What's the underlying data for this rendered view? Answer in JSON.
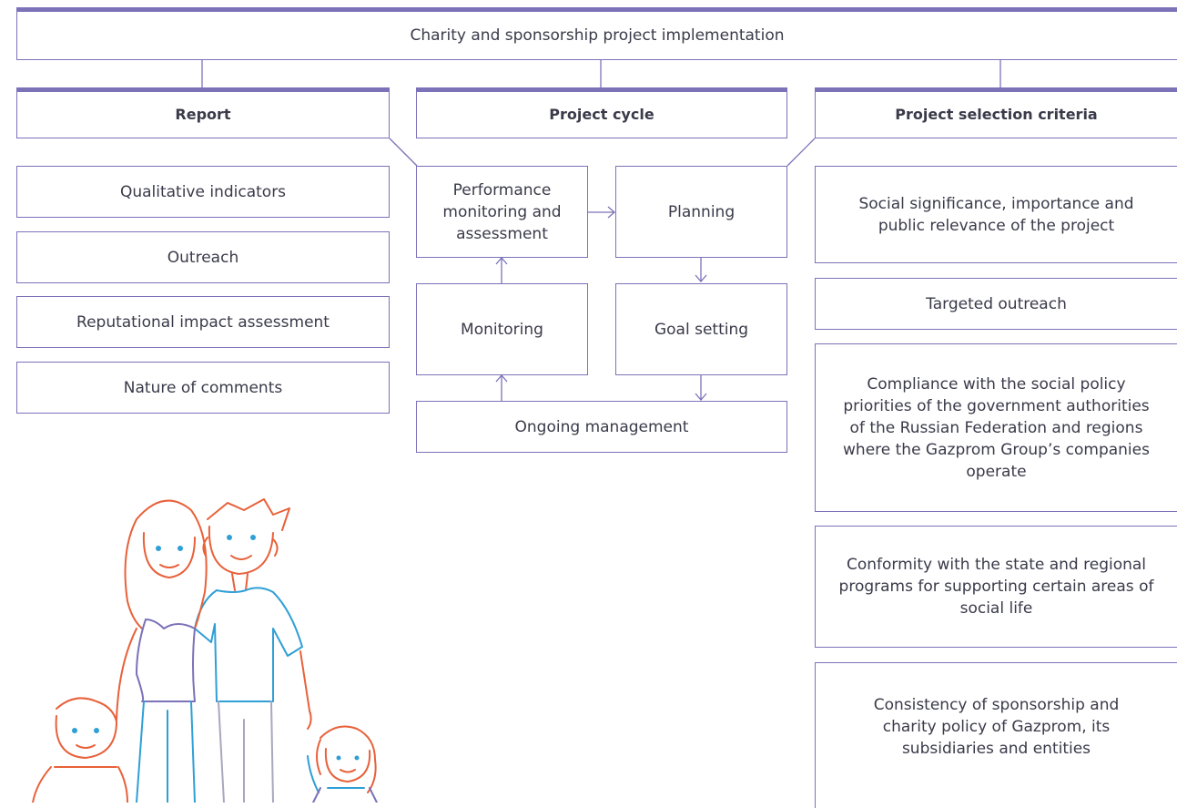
{
  "diagram": {
    "top": "Charity and sponsorship project implementation",
    "columns": {
      "report": {
        "title": "Report",
        "items": [
          "Qualitative indicators",
          "Outreach",
          "Reputational impact assessment",
          "Nature of comments"
        ]
      },
      "cycle": {
        "title": "Project cycle",
        "performance": "Performance monitoring and assessment",
        "planning": "Planning",
        "monitoring": "Monitoring",
        "goal": "Goal setting",
        "ongoing": "Ongoing management"
      },
      "criteria": {
        "title": "Project selection criteria",
        "items": [
          "Social significance, importance and public relevance of the project",
          "Targeted outreach",
          "Compliance with the social policy priorities of the government authorities of the Russian Federation and regions where the Gazprom Group’s companies operate",
          "Conformity with the state and regional programs for supporting certain areas of social life",
          "Consistency of sponsorship and charity policy of Gazprom, its subsidiaries and entities"
        ]
      }
    }
  },
  "colors": {
    "accent": "#7b72b8",
    "text": "#3a3a4a"
  }
}
